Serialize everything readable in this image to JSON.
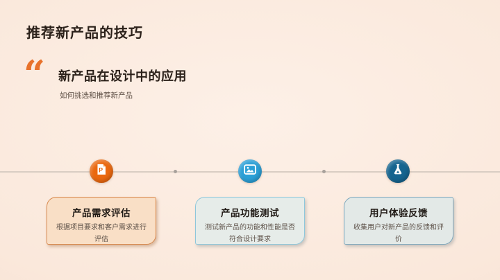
{
  "slide": {
    "title": "推荐新产品的技巧",
    "quote_mark": "“",
    "heading": "新产品在设计中的应用",
    "subheading": "如何挑选和推荐新产品"
  },
  "timeline": {
    "steps": [
      {
        "icon": "powerpoint-file-icon",
        "letter": "P",
        "circle_color": "#EA680F"
      },
      {
        "icon": "image-icon",
        "circle_color": "#2B9FD6"
      },
      {
        "icon": "flask-icon",
        "circle_color": "#15648F"
      }
    ]
  },
  "cards": [
    {
      "title": "产品需求评估",
      "body": "根据项目要求和客户需求进行评估",
      "border": "#D8884C",
      "bg": "#F9DFC6"
    },
    {
      "title": "产品功能测试",
      "body": "测试新产品的功能和性能是否符合设计要求",
      "border": "#8EC7DB",
      "bg": "#E6ECE9"
    },
    {
      "title": "用户体验反馈",
      "body": "收集用户对新产品的反馈和评价",
      "border": "#7EA8BD",
      "bg": "#E3E9E7"
    }
  ],
  "colors": {
    "background": "#FAE8DB",
    "accent": "#E8722B",
    "title_text": "#2B211A",
    "body_text": "#5D5148",
    "line": "#D9CDC3",
    "dot": "#A8A19B",
    "doc_fold": "#F5AF76",
    "doc_letter": "#E4640D"
  }
}
